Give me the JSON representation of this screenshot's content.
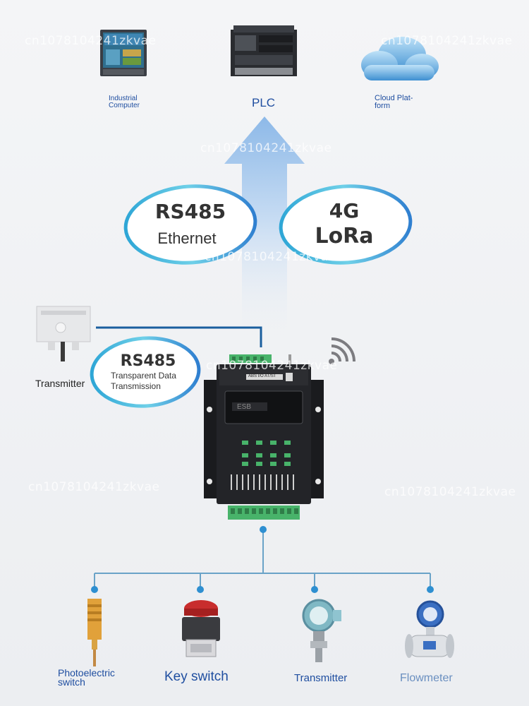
{
  "top_nodes": {
    "industrial_computer": "Industrial\nComputer",
    "plc": "PLC",
    "cloud": "Cloud Plat-\nform"
  },
  "ovals": {
    "left_line1": "RS485",
    "left_line2": "Ethernet",
    "right_line1": "4G",
    "right_line2": "LoRa",
    "transmitter_oval_line1": "RS485",
    "transmitter_oval_line2": "Transparent Data",
    "transmitter_oval_line3": "Transmission"
  },
  "transmitter_label": "Transmitter",
  "device": {
    "top_label": "ABS I/O AT/ST",
    "display_text": "ESB"
  },
  "bottom_nodes": {
    "photoelectric": "Photoelectric\nswitch",
    "key_switch": "Key switch",
    "transmitter": "Transmitter",
    "flowmeter": "Flowmeter"
  },
  "watermark": "cn1078104241zkvae",
  "colors": {
    "label_blue": "#1f4ea0",
    "line_blue": "#1a5f9e",
    "connector_blue": "#6aa3c8",
    "device_black": "#1e1f22",
    "terminal_green": "#48b36a"
  }
}
